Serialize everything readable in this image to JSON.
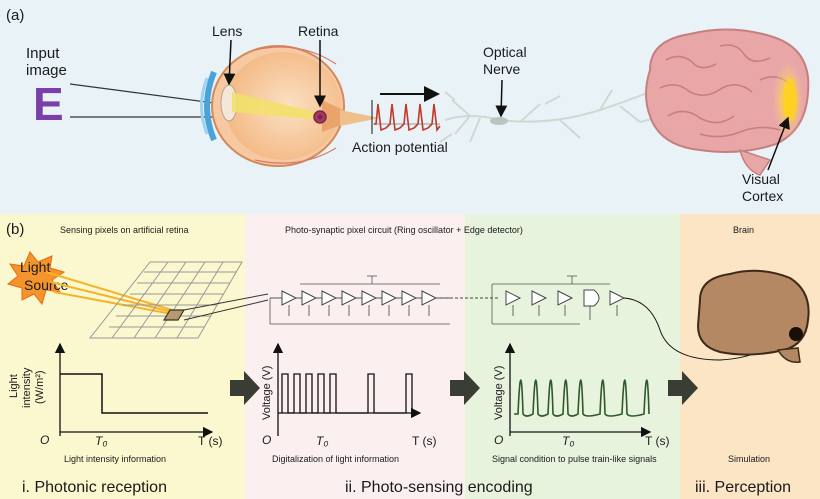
{
  "panel_a": {
    "label": "(a)",
    "input_image": [
      "Input",
      "image"
    ],
    "letter": "E",
    "lens": "Lens",
    "retina": "Retina",
    "optical_nerve": [
      "Optical",
      "Nerve"
    ],
    "action_potential": "Action potential",
    "visual_cortex": [
      "Visual",
      "Cortex"
    ]
  },
  "panel_b": {
    "label": "(b)",
    "sec1": {
      "title": "Sensing pixels on artificial retina",
      "light_source": [
        "Light",
        "Source"
      ],
      "ylabel": [
        "Light",
        "intensity",
        "(W/m²)"
      ],
      "origin": "O",
      "t0": "T₀",
      "xlabel": "T (s)",
      "caption": "Light intensity information",
      "footer": "i. Photonic reception"
    },
    "sec2": {
      "title": "Photo-synaptic pixel circuit (Ring oscillator + Edge detector)",
      "ylabel": "Voltage (V)",
      "origin": "O",
      "t0": "T₀",
      "xlabel": "T (s)",
      "caption": "Digitalization of light information",
      "footer": "ii. Photo-sensing encoding"
    },
    "sec3": {
      "ylabel": "Voltage (V)",
      "origin": "O",
      "t0": "T₀",
      "xlabel": "T (s)",
      "caption": "Signal condition to pulse train-like signals"
    },
    "sec4": {
      "title": "Brain",
      "caption": "Simulation",
      "footer": "iii. Perception"
    }
  },
  "colors": {
    "panel_a_bg": "#e9f3f7",
    "sec1_bg": "#fbf8cf",
    "sec2_bg": "#fbeff0",
    "sec3_bg": "#e8f3de",
    "sec4_bg": "#fbe5c5",
    "accent_purple": "#7a3fa8",
    "pulse_red": "#c0392b",
    "arrow_dark": "#3a3d33"
  }
}
